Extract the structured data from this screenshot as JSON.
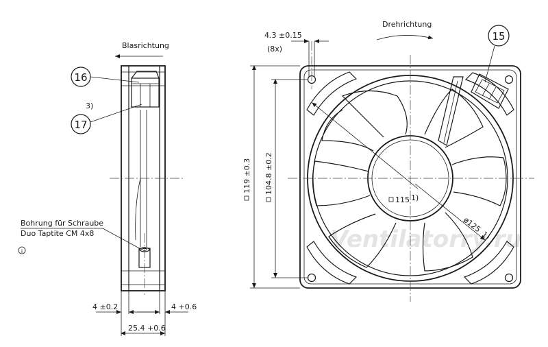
{
  "side_view": {
    "airflow_label": "Blasrichtung",
    "note_marker": "3)",
    "screw_hole_label_line1": "Bohrung für Schraube",
    "screw_hole_label_line2": "Duo Taptite CM 4x8",
    "info_symbol": "i",
    "dim_left_flange": "4  ±0.2",
    "dim_right_flange": "4  +0.6",
    "dim_depth": "25.4  +0.6"
  },
  "front_view": {
    "rotation_label": "Drehrichtung",
    "hole_spacing_dim": "4.3  ±0.15",
    "hole_count": "(8x)",
    "square_size": "119  ±0.3",
    "hole_pitch": "104.8  ±0.2",
    "diag_size": "115",
    "diag_note": "1)",
    "diameter": "ø125",
    "diameter_note": "1)"
  },
  "balloons": {
    "b15": "15",
    "b16": "16",
    "b17": "17"
  },
  "watermark": "Ventilatorry.ru"
}
